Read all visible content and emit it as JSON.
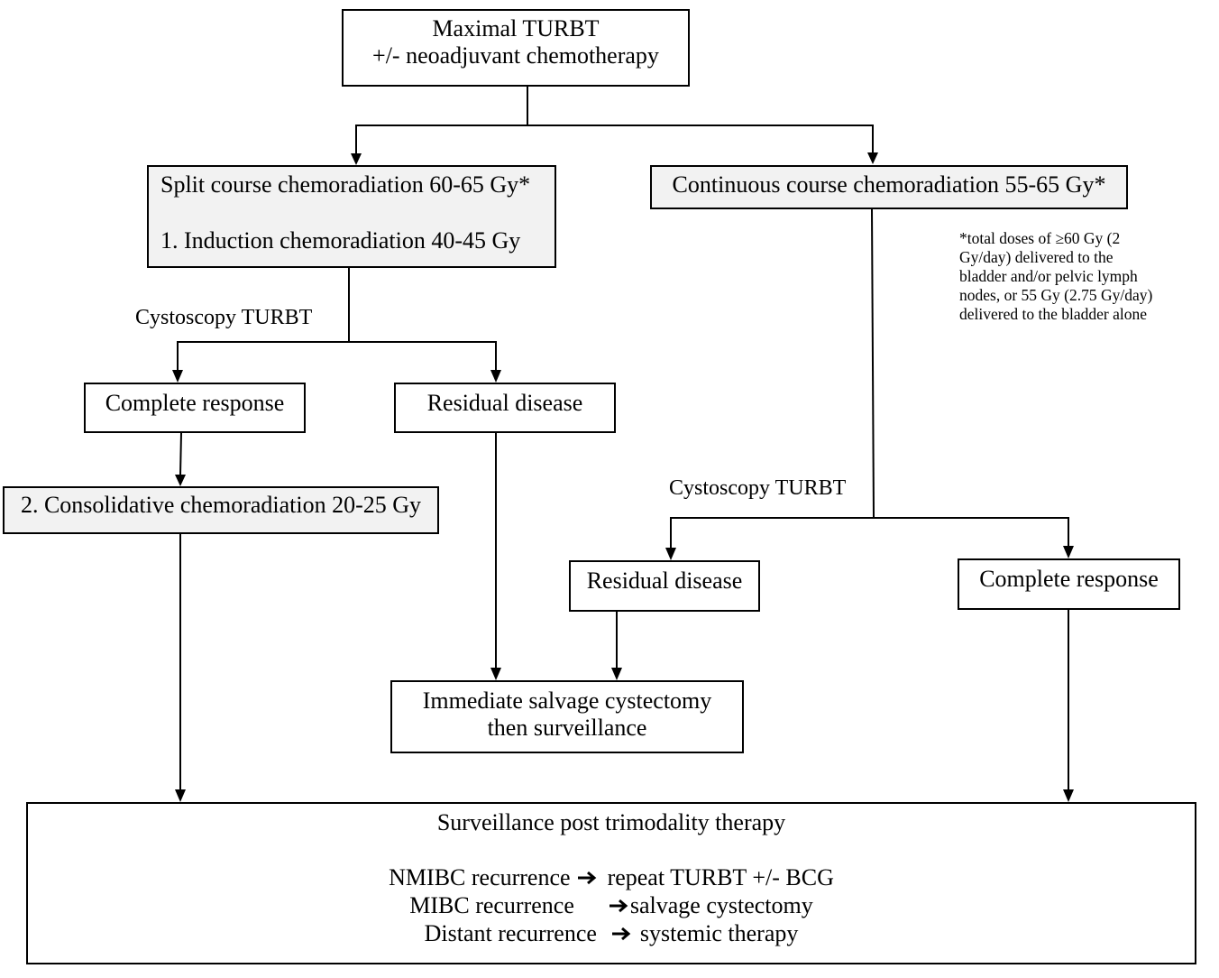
{
  "nodes": {
    "maximal_turbt": {
      "lines": [
        "Maximal TURBT",
        "+/- neoadjuvant chemotherapy"
      ]
    },
    "split_course": {
      "title": "Split course chemoradiation 60-65 Gy*",
      "step": "1. Induction chemoradiation 40-45 Gy"
    },
    "continuous_course": {
      "title": "Continuous course chemoradiation 55-65 Gy*"
    },
    "split_complete_response": "Complete response",
    "split_residual_disease": "Residual disease",
    "consolidative": "2. Consolidative chemoradiation 20-25 Gy",
    "continuous_residual_disease": "Residual disease",
    "continuous_complete_response": "Complete response",
    "cystectomy": {
      "lines": [
        "Immediate salvage cystectomy",
        "then surveillance"
      ]
    },
    "surveillance": {
      "title": "Surveillance post trimodality therapy",
      "recurrences": [
        {
          "type": "NMIBC recurrence",
          "action": "repeat TURBT +/- BCG"
        },
        {
          "type": "MIBC recurrence",
          "action": "salvage cystectomy"
        },
        {
          "type": "Distant recurrence",
          "action": "systemic therapy"
        }
      ]
    }
  },
  "edge_labels": {
    "split_cystoscopy": "Cystoscopy TURBT",
    "continuous_cystoscopy": "Cystoscopy TURBT"
  },
  "footnote": {
    "lines": [
      "*total doses of ≥60 Gy (2",
      "Gy/day) delivered to the",
      "bladder and/or pelvic lymph",
      "nodes, or 55 Gy (2.75 Gy/day)",
      "delivered to the bladder alone"
    ]
  },
  "icons": {
    "recurrence_arrow": "right-arrow-icon"
  },
  "colors": {
    "shaded_box_fill": "#f2f2f2",
    "plain_box_fill": "#ffffff",
    "stroke": "#000000"
  }
}
